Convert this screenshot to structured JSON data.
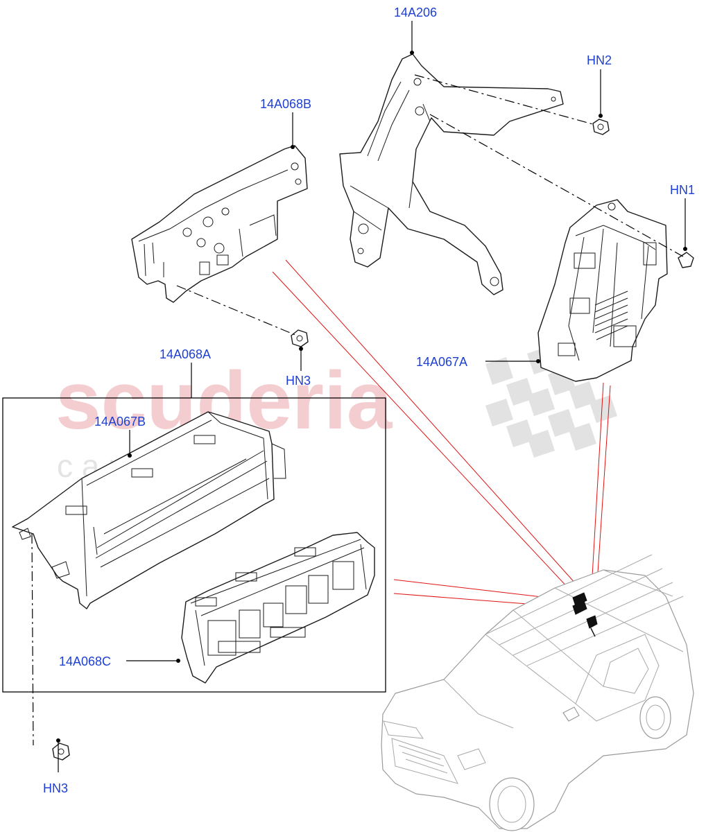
{
  "watermark": {
    "brand": "scuderia",
    "sub": "c a r   p a r t s"
  },
  "labels": {
    "bracket": "14A206",
    "nut_hn2": "HN2",
    "module_b": "14A068B",
    "nut_hn1": "HN1",
    "module_a": "14A067A",
    "nut_hn3_upper": "HN3",
    "box_group": "14A068A",
    "cover": "14A067B",
    "fuse_box": "14A068C",
    "nut_hn3_lower": "HN3"
  },
  "colors": {
    "label": "#1d3fd4",
    "callout_lines": "#e01010",
    "watermark": "#f4cdd1"
  }
}
